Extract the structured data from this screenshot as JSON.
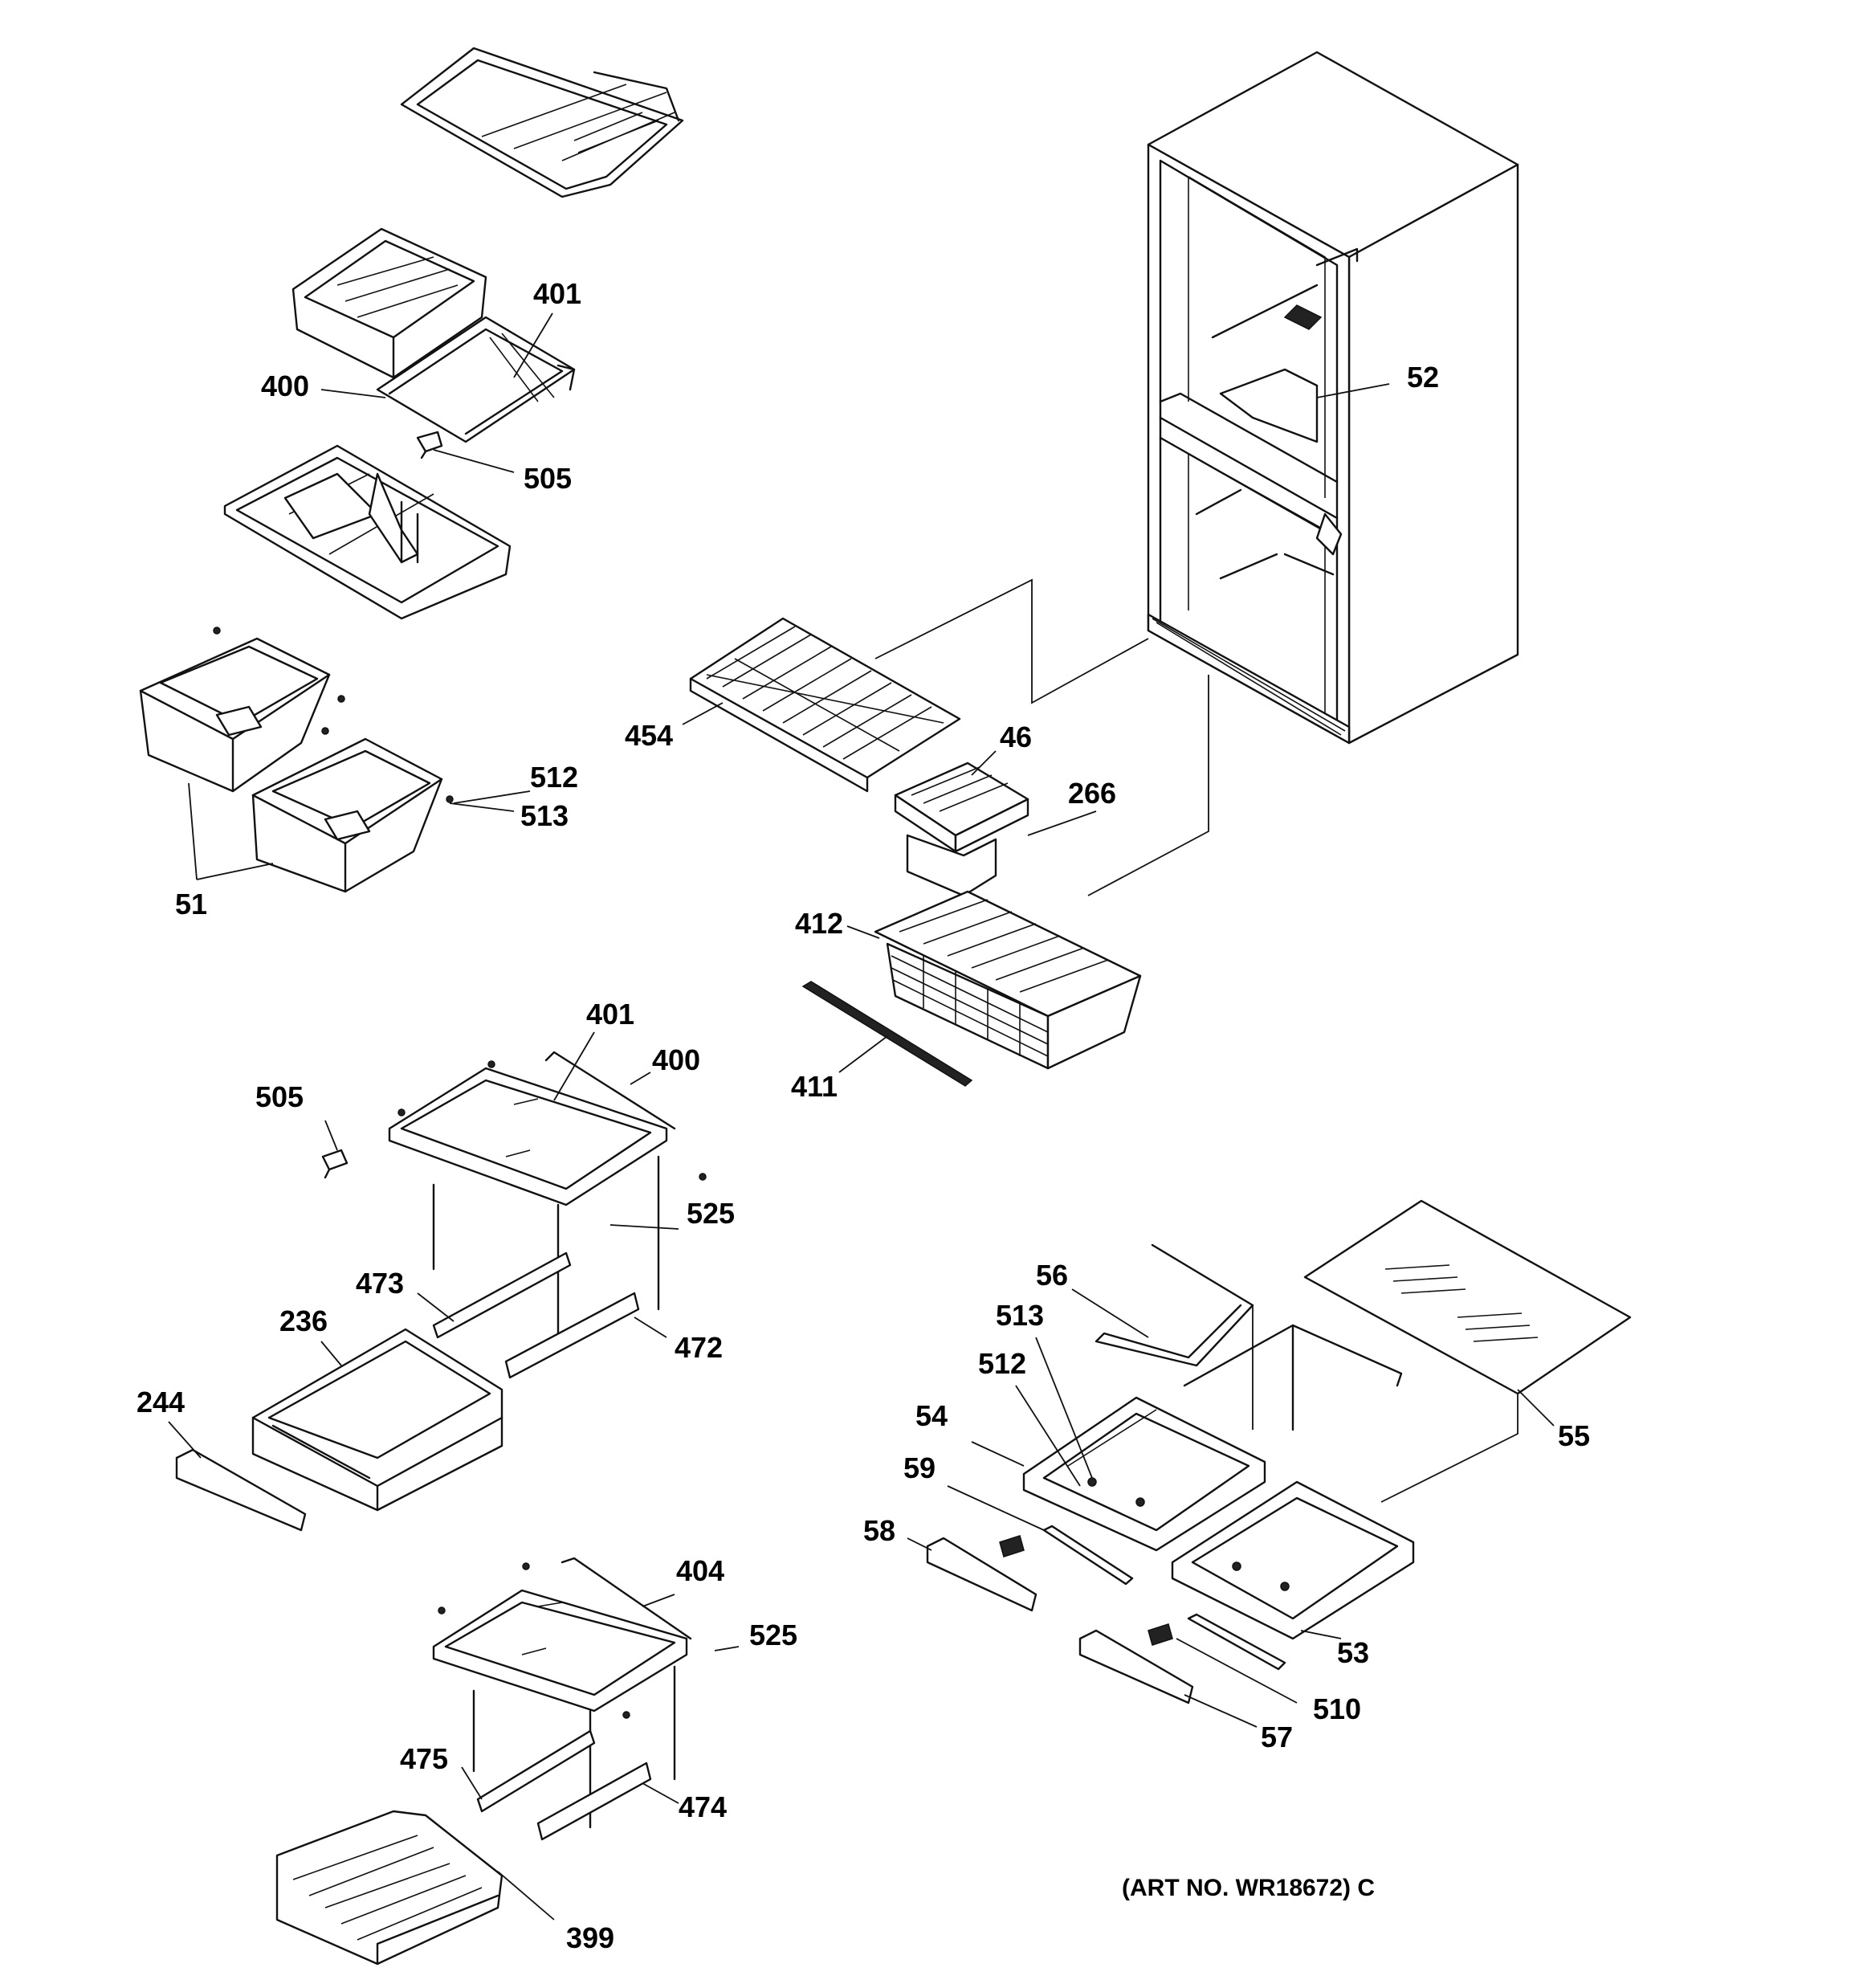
{
  "diagram": {
    "callouts": [
      "401",
      "400",
      "505",
      "52",
      "454",
      "46",
      "266",
      "512",
      "513",
      "51",
      "412",
      "411",
      "401",
      "400",
      "505",
      "525",
      "473",
      "472",
      "236",
      "244",
      "56",
      "513",
      "512",
      "54",
      "55",
      "59",
      "58",
      "53",
      "510",
      "57",
      "404",
      "525",
      "475",
      "474",
      "399"
    ],
    "art_number": "(ART NO. WR18672) C"
  }
}
